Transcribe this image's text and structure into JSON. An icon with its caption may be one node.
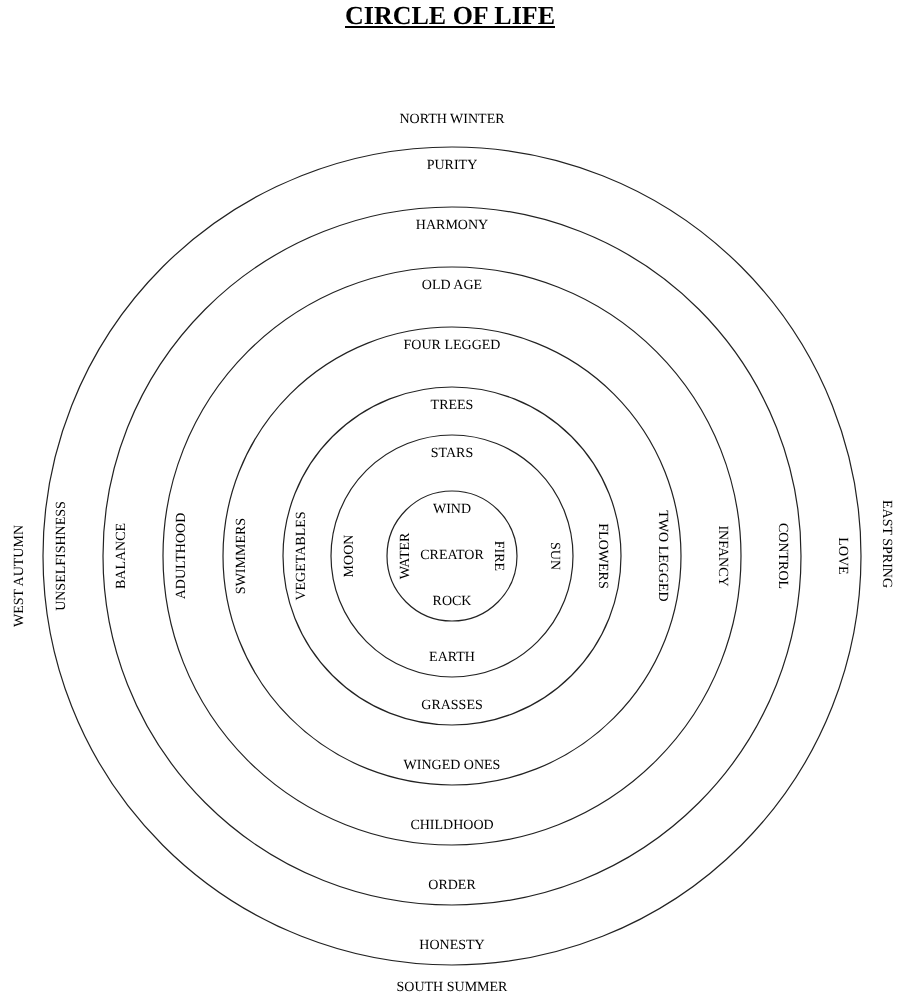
{
  "diagram": {
    "title": "CIRCLE OF LIFE",
    "nodes": [
      {
        "text": [
          "PURITY",
          "UNSELFISHNESS",
          "LOVE",
          "HONESTY"
        ]
      },
      {
        "text": [
          "HARMONY",
          "BALANCE",
          "CONTROL",
          "ORDER"
        ],
        "in": 0
      },
      {
        "text": [
          "OLD AGE",
          "ADULTHOOD",
          "INFANCY",
          "CHILDHOOD"
        ],
        "in": 1
      },
      {
        "text": [
          "FOUR LEGGED",
          "SWIMMERS",
          "TWO LEGGED",
          "WINGED ONES"
        ],
        "in": 2
      },
      {
        "text": [
          "TREES",
          "VEGETABLES",
          "FLOWERS",
          "GRASSES"
        ],
        "in": 3
      },
      {
        "text": [
          "STARS",
          "MOON",
          "SUN",
          "EARTH"
        ],
        "in": 4
      },
      {
        "text": [
          "WIND",
          "WATER",
          "CREATOR",
          "FIRE",
          "ROCK"
        ],
        "in": 5
      }
    ],
    "labels": [
      "NORTH WINTER",
      "WEST AUTUMN",
      "EAST SPRING",
      "SOUTH SUMMER"
    ]
  }
}
